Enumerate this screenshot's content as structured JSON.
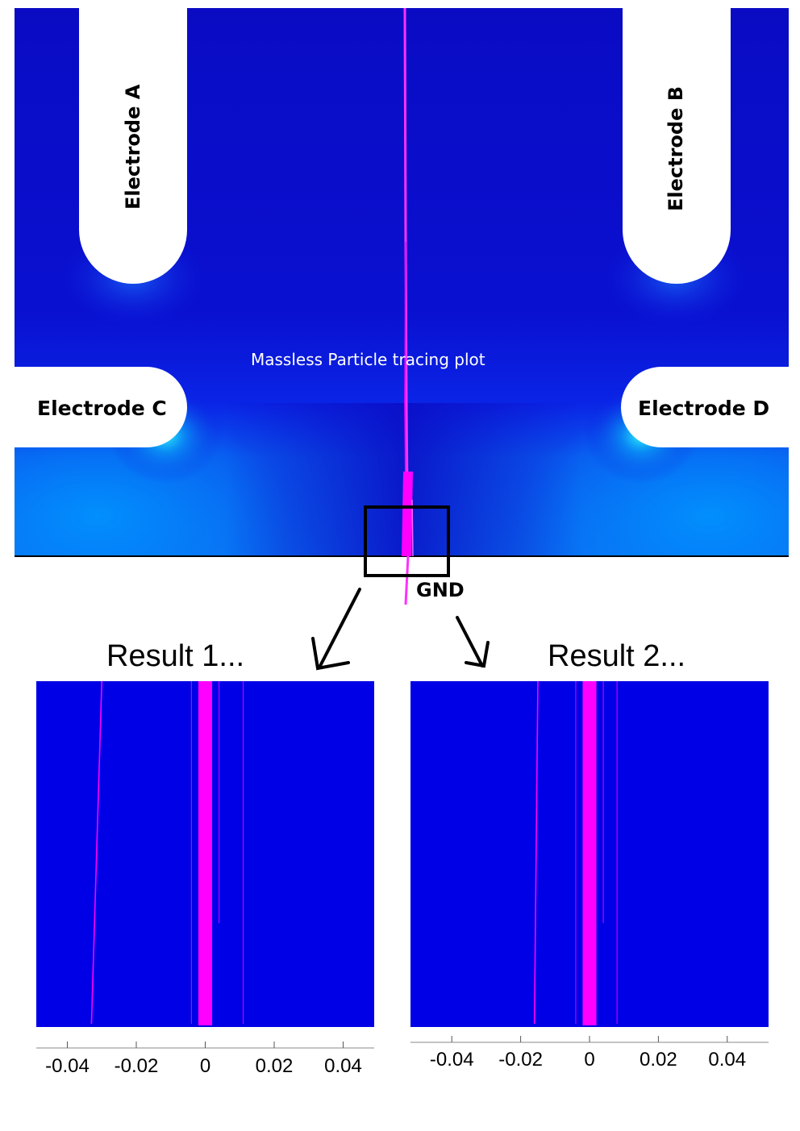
{
  "labels": {
    "electrode_a": "Electrode A",
    "electrode_b": "Electrode B",
    "electrode_c": "Electrode C",
    "electrode_d": "Electrode D",
    "gnd": "GND",
    "plot_caption": "Massless Particle tracing plot",
    "result1": "Result 1...",
    "result2": "Result 2..."
  },
  "colors": {
    "field_dark": "#0a0dbf",
    "field_bright": "#0096f0",
    "trace": "#ff00ff",
    "electrode": "#ffffff",
    "zoom_field": "#0000e6"
  },
  "chart_data": [
    {
      "type": "scatter",
      "title": "Result 1...",
      "x_ticks": [
        -0.04,
        -0.02,
        0,
        0.02,
        0.04
      ],
      "x_tick_labels": [
        "-0.04",
        "-0.02",
        "0",
        "0.02",
        "0.04"
      ],
      "xlim": [
        -0.049,
        0.049
      ],
      "traces": [
        {
          "x_top": -0.03,
          "x_bottom": -0.033
        },
        {
          "x_top": -0.004,
          "x_bottom": -0.004
        },
        {
          "x_top": 0.004,
          "x_bottom": 0.004
        },
        {
          "x_top": 0.011,
          "x_bottom": 0.011
        }
      ],
      "beam": {
        "x_min": -0.002,
        "x_max": 0.002
      }
    },
    {
      "type": "scatter",
      "title": "Result 2...",
      "x_ticks": [
        -0.04,
        -0.02,
        0,
        0.02,
        0.04
      ],
      "x_tick_labels": [
        "-0.04",
        "-0.02",
        "0",
        "0.02",
        "0.04"
      ],
      "xlim": [
        -0.052,
        0.052
      ],
      "traces": [
        {
          "x_top": -0.015,
          "x_bottom": -0.016
        },
        {
          "x_top": -0.004,
          "x_bottom": -0.004
        },
        {
          "x_top": 0.004,
          "x_bottom": 0.004
        },
        {
          "x_top": 0.008,
          "x_bottom": 0.008
        }
      ],
      "beam": {
        "x_min": -0.002,
        "x_max": 0.002
      }
    }
  ]
}
